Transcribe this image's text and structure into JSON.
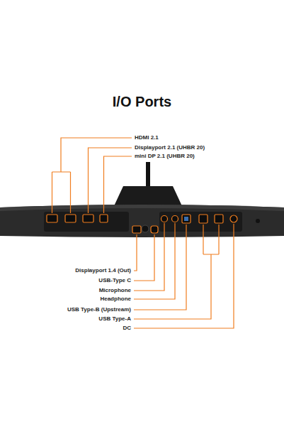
{
  "diagram": {
    "title": "I/O Ports",
    "labels": [
      "HDMI 2.1",
      "Displayport 2.1 (UHBR 20)",
      "mini DP 2.1 (UHBR 20)",
      "Displayport 1.4 (Out)",
      "USB-Type C",
      "Microphone",
      "Headphone",
      "USB Type-B (Upstream)",
      "USB Type-A",
      "DC"
    ]
  }
}
